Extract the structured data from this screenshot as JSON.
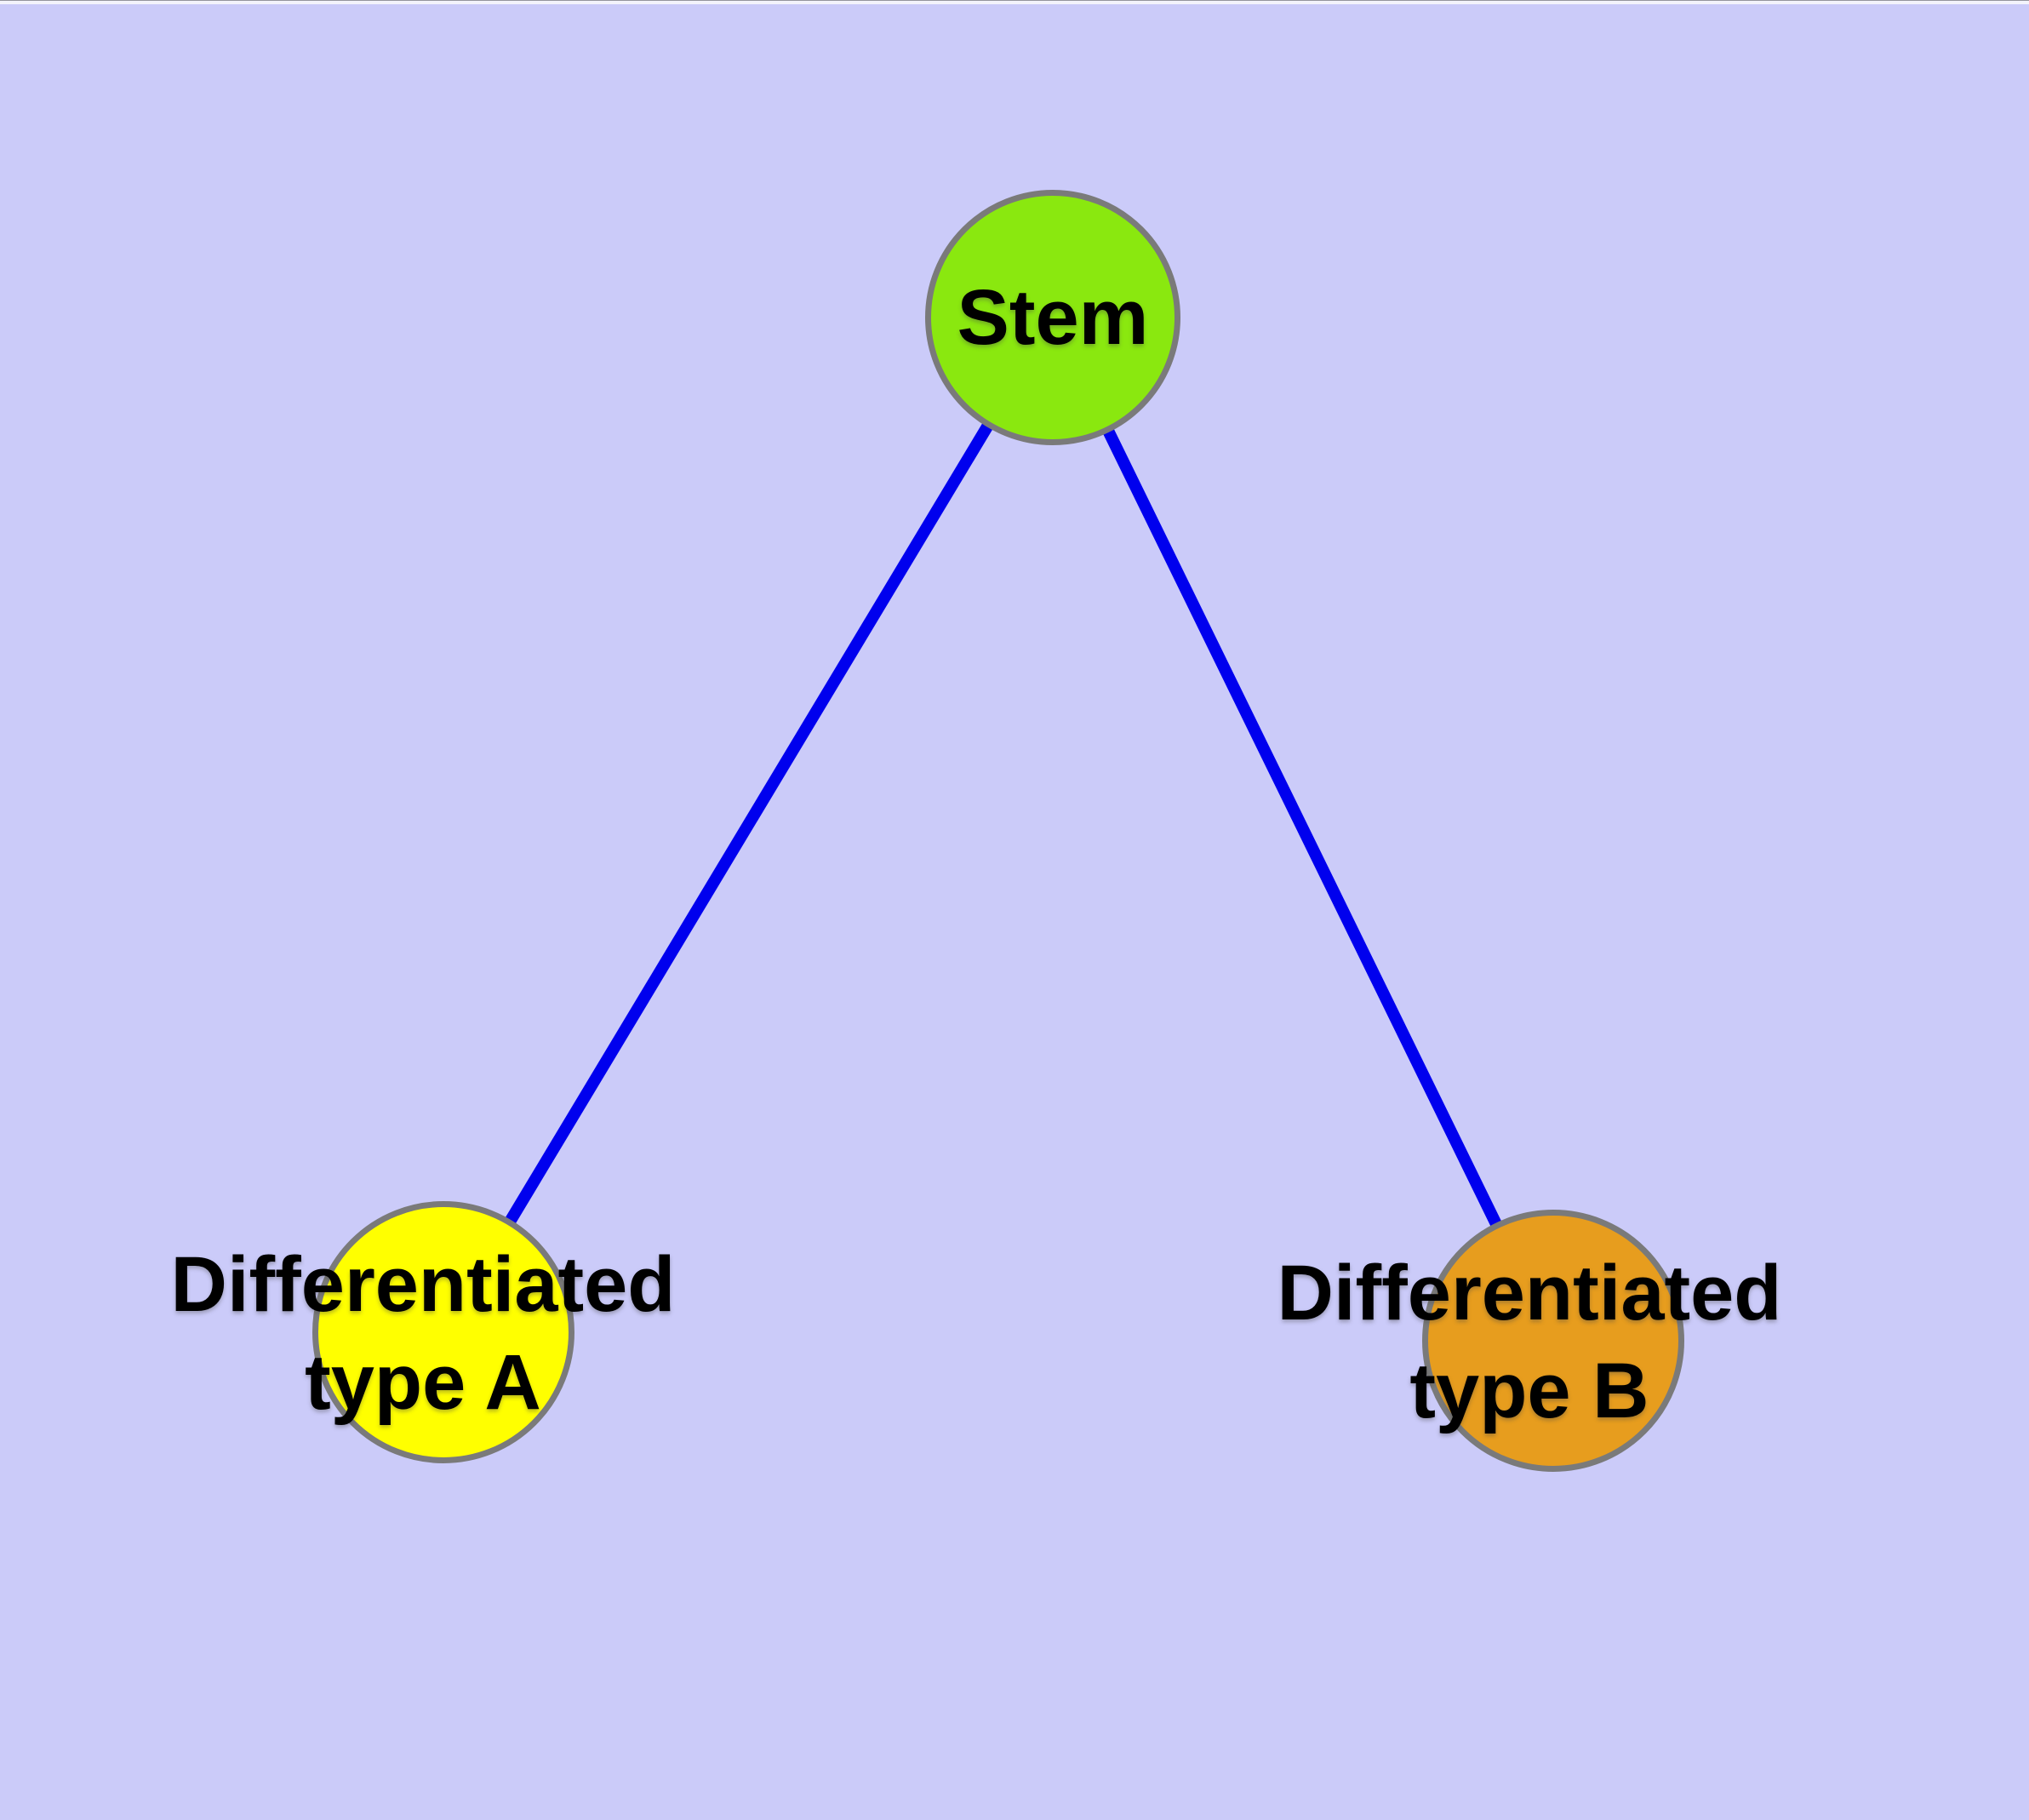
{
  "diagram": {
    "background_color": "#CBCBF9",
    "top_strip_color": "#F3F3FB",
    "edge_color": "#0000EE",
    "node_border_color": "#7A7A7A",
    "text_color": "#000000",
    "nodes": [
      {
        "id": "stem",
        "label": "Stem",
        "fill": "#8AE80F"
      },
      {
        "id": "type-a",
        "label_line1": "Differentiated",
        "label_line2": "type A",
        "fill": "#FFFF00"
      },
      {
        "id": "type-b",
        "label_line1": "Differentiated",
        "label_line2": "type B",
        "fill": "#E79D1E"
      }
    ],
    "edges": [
      {
        "from": "Stem",
        "to": "Differentiated type A"
      },
      {
        "from": "Stem",
        "to": "Differentiated type B"
      }
    ]
  }
}
